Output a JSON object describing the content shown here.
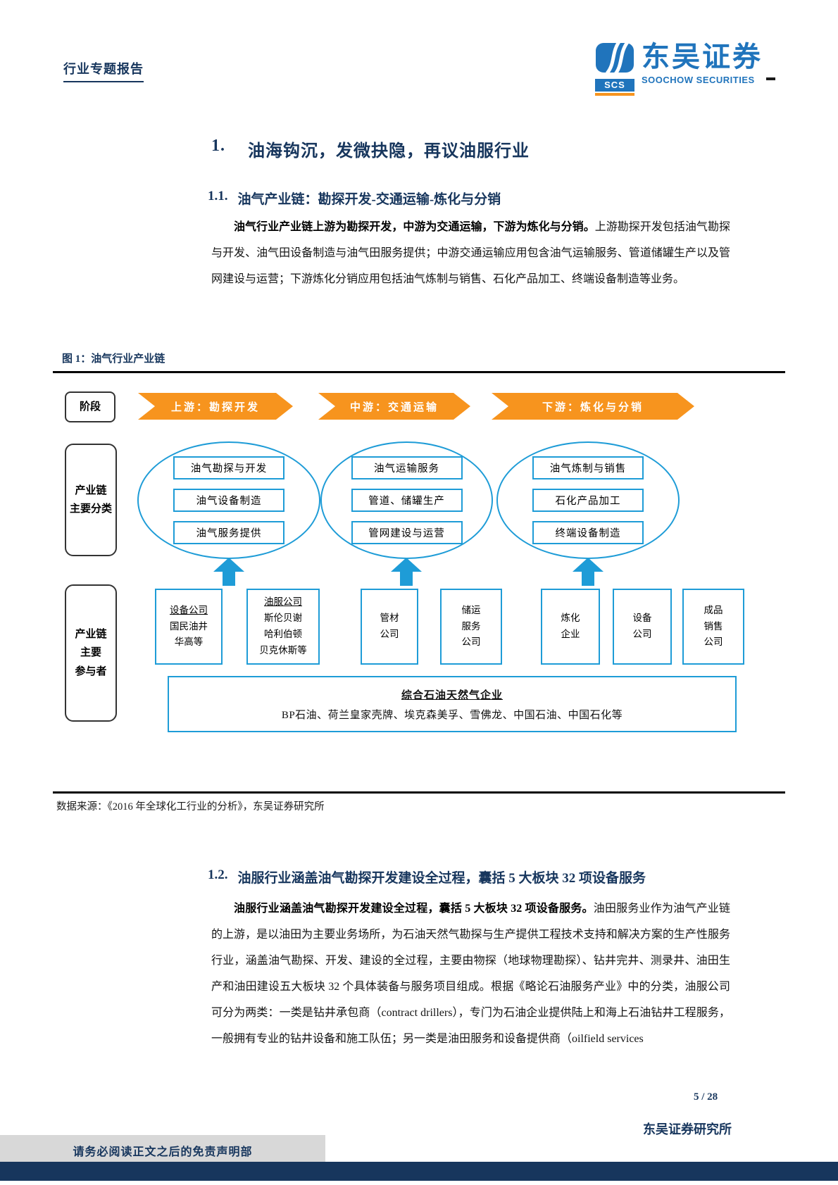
{
  "header": {
    "report_type": "行业专题报告",
    "brand": {
      "logo_text": "SCS",
      "name_cn": "东吴证券",
      "name_en": "SOOCHOW SECURITIES"
    }
  },
  "sections": {
    "h1": {
      "num": "1.",
      "title": "油海钩沉，发微抉隐，再议油服行业"
    },
    "h11": {
      "num": "1.1.",
      "title": "油气产业链：勘探开发-交通运输-炼化与分销"
    },
    "p1_bold": "油气行业产业链上游为勘探开发，中游为交通运输，下游为炼化与分销。",
    "p1_rest": "上游勘探开发包括油气勘探与开发、油气田设备制造与油气田服务提供；中游交通运输应用包含油气运输服务、管道储罐生产以及管网建设与运营；下游炼化分销应用包括油气炼制与销售、石化产品加工、终端设备制造等业务。",
    "h12": {
      "num": "1.2.",
      "title": "油服行业涵盖油气勘探开发建设全过程，囊括 5 大板块 32 项设备服务"
    },
    "p2_bold": "油服行业涵盖油气勘探开发建设全过程，囊括 5 大板块 32 项设备服务。",
    "p2_rest": "油田服务业作为油气产业链的上游，是以油田为主要业务场所，为石油天然气勘探与生产提供工程技术支持和解决方案的生产性服务行业，涵盖油气勘探、开发、建设的全过程，主要由物探（地球物理勘探）、钻井完井、测录井、油田生产和油田建设五大板块 32 个具体装备与服务项目组成。根据《略论石油服务产业》中的分类，油服公司可分为两类：一类是钻井承包商（contract drillers），专门为石油企业提供陆上和海上石油钻井工程服务，一般拥有专业的钻井设备和施工队伍；另一类是油田服务和设备提供商（oilfield services"
  },
  "figure": {
    "caption": "图 1：油气行业产业链",
    "source": "数据来源：《2016 年全球化工行业的分析》，东吴证券研究所",
    "stage_label": "阶段",
    "category_label": {
      "l1": "产业链",
      "l2": "主要分类"
    },
    "participant_label": {
      "l1": "产业链",
      "l2": "主要",
      "l3": "参与者"
    },
    "arrows": [
      "上游：勘探开发",
      "中游：交通运输",
      "下游：炼化与分销"
    ],
    "ovals": [
      [
        "油气勘探与开发",
        "油气设备制造",
        "油气服务提供"
      ],
      [
        "油气运输服务",
        "管道、储罐生产",
        "管网建设与运营"
      ],
      [
        "油气炼制与销售",
        "石化产品加工",
        "终端设备制造"
      ]
    ],
    "participants": [
      {
        "title": "设备公司",
        "l1": "国民油井",
        "l2": "华高等"
      },
      {
        "title": "油服公司",
        "l1": "斯伦贝谢",
        "l2": "哈利伯顿",
        "l3": "贝克休斯等"
      },
      {
        "l1": "管材",
        "l2": "公司"
      },
      {
        "l1": "储运",
        "l2": "服务",
        "l3": "公司"
      },
      {
        "l1": "炼化",
        "l2": "企业"
      },
      {
        "l1": "设备",
        "l2": "公司"
      },
      {
        "l1": "成品",
        "l2": "销售",
        "l3": "公司"
      }
    ],
    "integrated": {
      "title": "综合石油天然气企业",
      "companies": "BP石油、荷兰皇家壳牌、埃克森美孚、雪佛龙、中国石油、中国石化等"
    }
  },
  "footer": {
    "page_number": "5 / 28",
    "institute": "东吴证券研究所",
    "disclaimer": "请务必阅读正文之后的免责声明部"
  },
  "colors": {
    "navy": "#17365d",
    "orange": "#f7941e",
    "blue": "#1e9cd7",
    "logo_blue": "#2074bc"
  }
}
